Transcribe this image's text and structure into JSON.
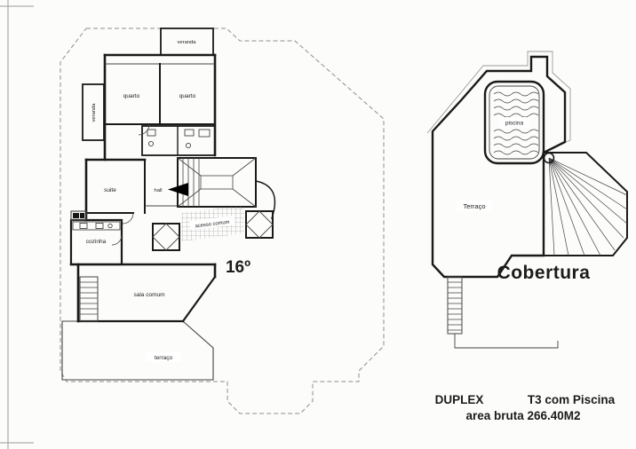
{
  "sheet": {
    "background": "#fcfcfb"
  },
  "plan16": {
    "floor_label": "16º",
    "labels": {
      "veranda_top": "veranda",
      "quarto_left": "quarto",
      "quarto_right": "quarto",
      "veranda_left": "veranda",
      "suite": "suite",
      "hall": "hall",
      "cozinha": "cozinha",
      "acesso": "acesso comum",
      "sala": "sala comum",
      "terraco": "terraço"
    }
  },
  "cobertura": {
    "title": "Cobertura",
    "labels": {
      "piscina": "piscina",
      "terraco": "Terraço"
    }
  },
  "caption": {
    "duplex": "DUPLEX",
    "tipo": "T3 com Piscina",
    "area": "area bruta 266.40M2"
  }
}
